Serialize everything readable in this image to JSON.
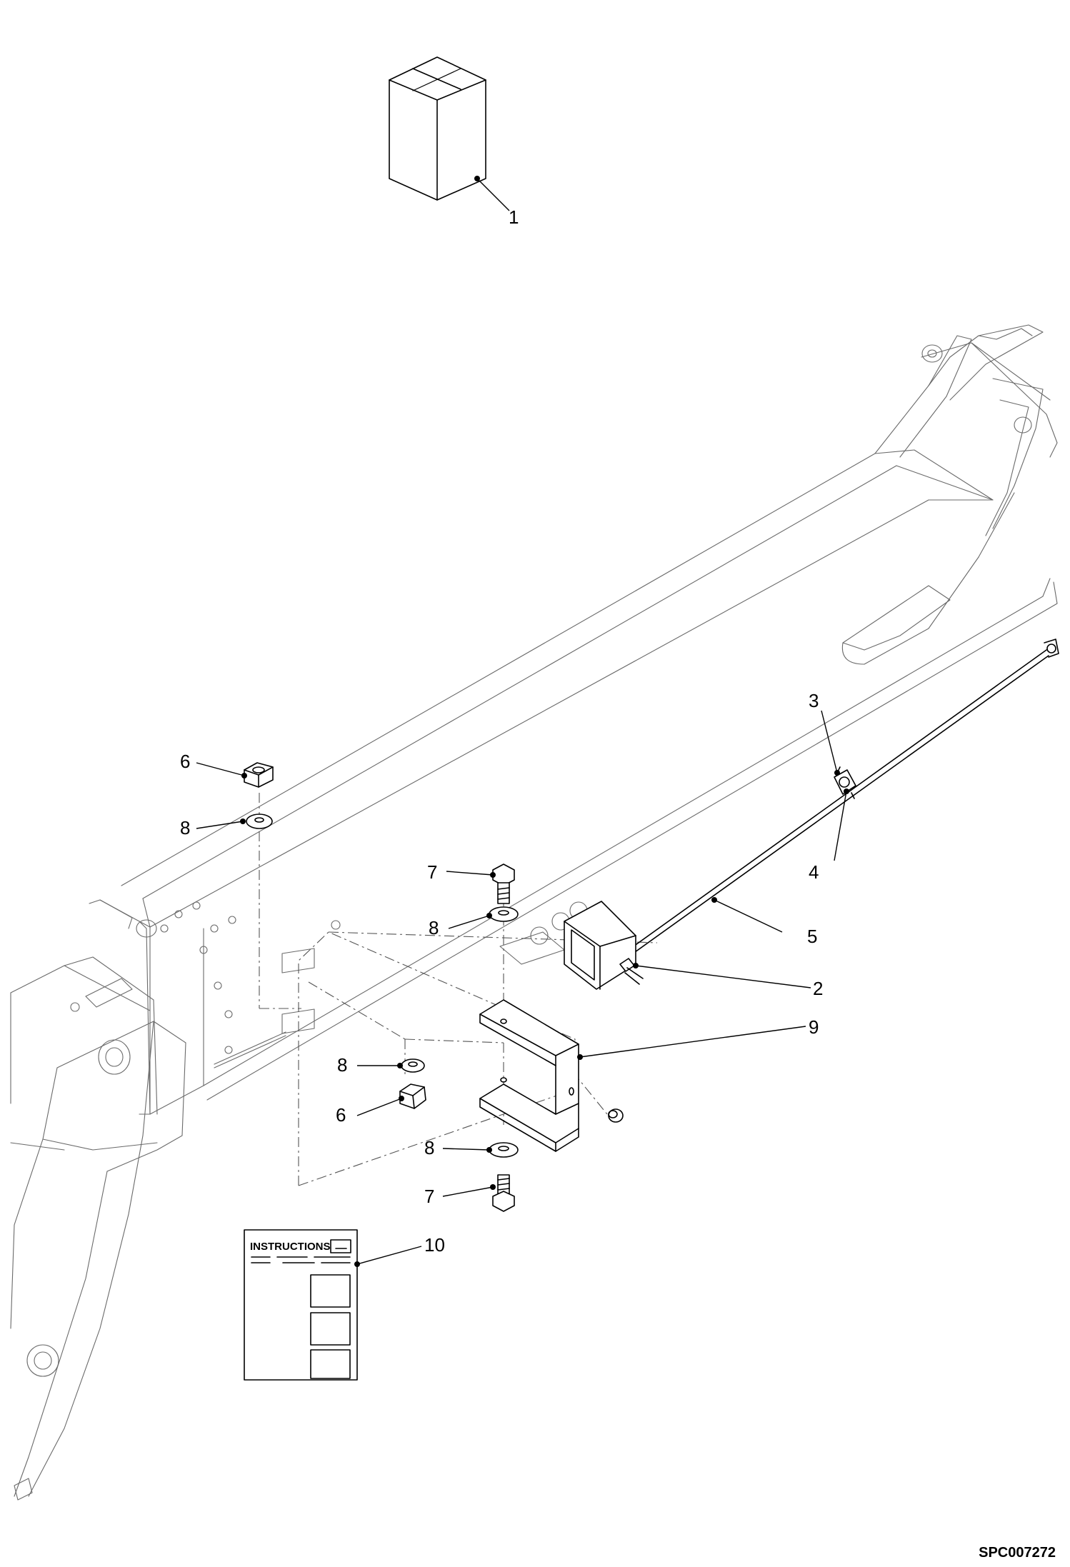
{
  "diagram": {
    "drawing_code": "SPC007272",
    "instructions_label": "INSTRUCTIONS",
    "callouts": [
      {
        "id": "c1",
        "label": "1"
      },
      {
        "id": "c2",
        "label": "2"
      },
      {
        "id": "c3",
        "label": "3"
      },
      {
        "id": "c4",
        "label": "4"
      },
      {
        "id": "c5",
        "label": "5"
      },
      {
        "id": "c6a",
        "label": "6"
      },
      {
        "id": "c6b",
        "label": "6"
      },
      {
        "id": "c7a",
        "label": "7"
      },
      {
        "id": "c7b",
        "label": "7"
      },
      {
        "id": "c8a",
        "label": "8"
      },
      {
        "id": "c8b",
        "label": "8"
      },
      {
        "id": "c8c",
        "label": "8"
      },
      {
        "id": "c8d",
        "label": "8"
      },
      {
        "id": "c9",
        "label": "9"
      },
      {
        "id": "c10",
        "label": "10"
      }
    ]
  }
}
